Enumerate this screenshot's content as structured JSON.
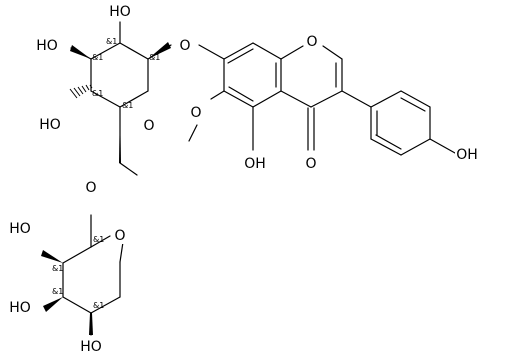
{
  "structure": {
    "atom_labels": {
      "oh_top": "HO",
      "oh_upper_left": "HO",
      "oh_mid_left": "HO",
      "o_glycoside": "O",
      "o_pyran_ring": "O",
      "o_chromone_ring": "O",
      "o_methoxy": "O",
      "oh_chromone_5": "OH",
      "o_carbonyl": "O",
      "oh_phenol": "OH",
      "o_linker": "O",
      "o_xylose_ring": "O",
      "oh_xylose_a": "HO",
      "oh_xylose_b": "HO",
      "oh_xylose_c": "HO"
    },
    "stereo_label": "&1"
  }
}
